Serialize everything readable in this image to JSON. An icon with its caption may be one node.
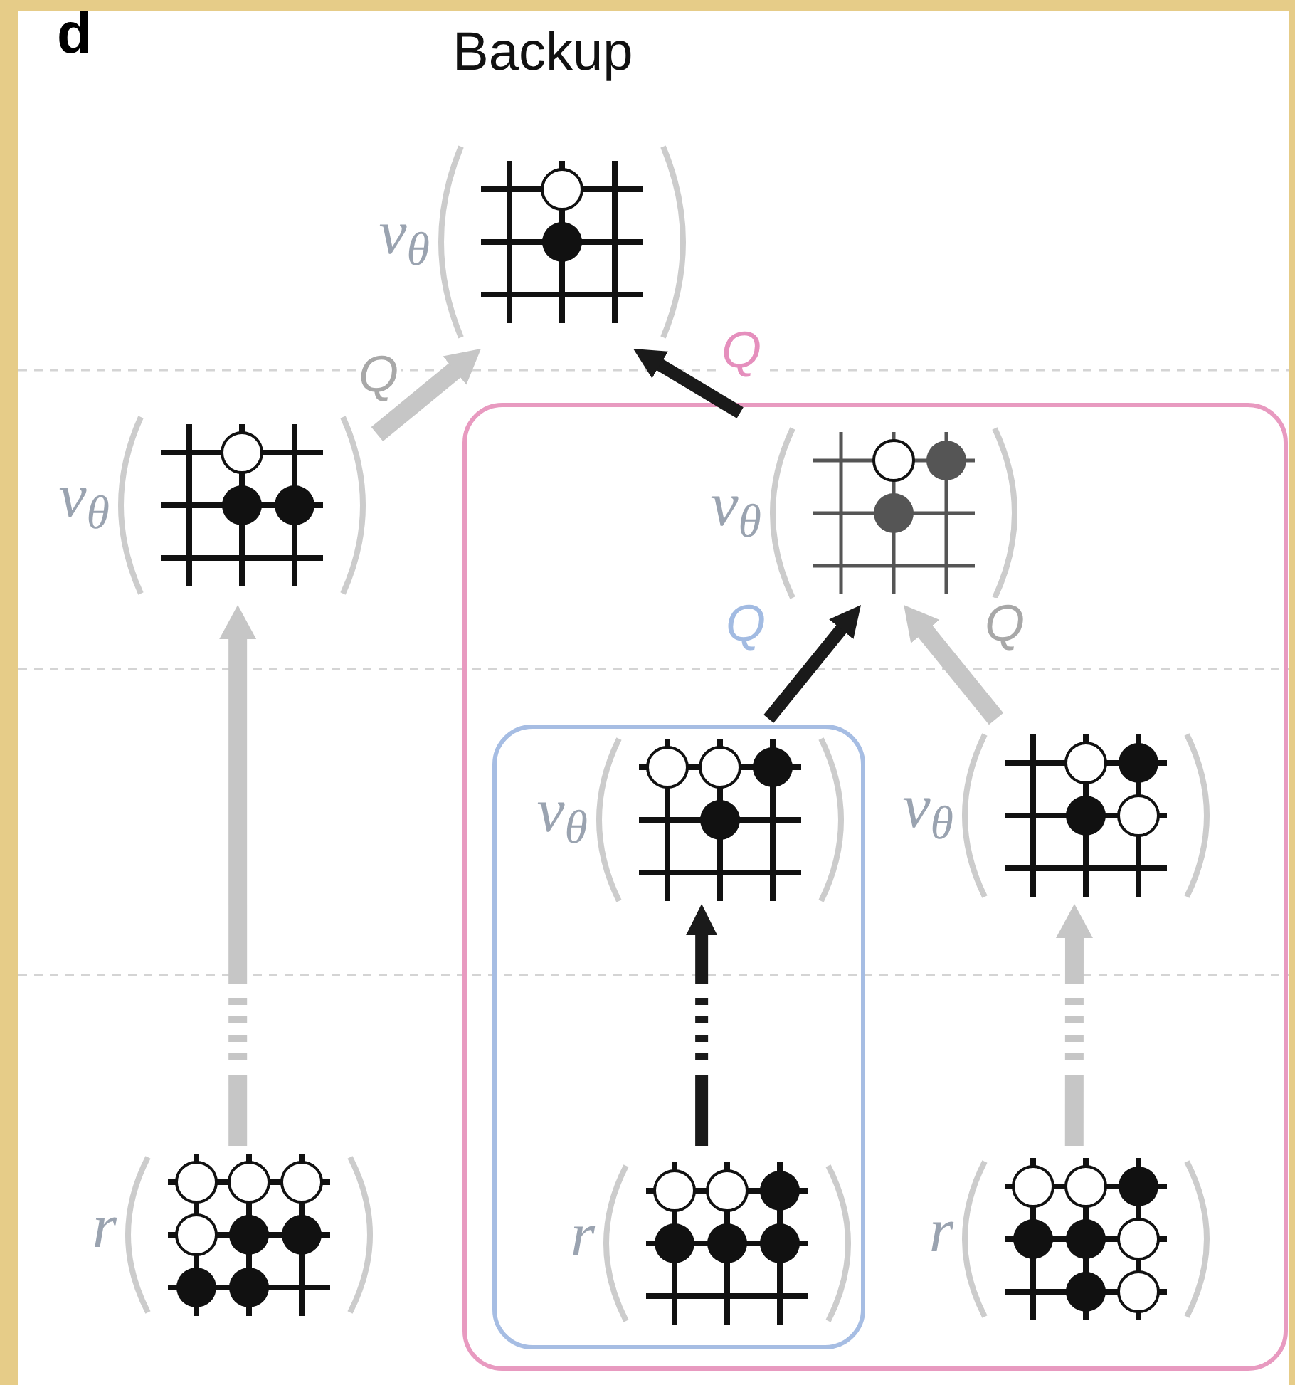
{
  "diagram": {
    "title": "Backup",
    "nodes": [
      {
        "text": [
          "ν$_{θ}$"
        ]
      },
      {
        "text": [
          "ν$_{θ}$"
        ]
      },
      {
        "text": [],
        "shape": "box"
      },
      {
        "text": [
          "ν$_{θ}$"
        ],
        "in": 2
      },
      {
        "text": [],
        "shape": "box",
        "in": 2
      },
      {
        "text": [
          "ν$_{θ}$"
        ],
        "in": 4
      },
      {
        "text": [
          "r"
        ],
        "in": 4
      },
      {
        "text": [
          "ν$_{θ}$"
        ],
        "in": 2
      },
      {
        "text": [
          "r"
        ],
        "in": 2
      },
      {
        "text": [
          "r"
        ]
      }
    ],
    "edges": [
      {
        "from": 1,
        "to": 0,
        "arrow": "to",
        "label": "Q"
      },
      {
        "from": 3,
        "to": 0,
        "arrow": "to",
        "label": "Q",
        "color": "#1a1a1a"
      },
      {
        "from": 5,
        "to": 3,
        "arrow": "to",
        "label": "Q",
        "color": "#1a1a1a"
      },
      {
        "from": 7,
        "to": 3,
        "arrow": "to",
        "label": "Q"
      },
      {
        "from": 9,
        "to": 1,
        "arrow": "to",
        "style": "dashed"
      },
      {
        "from": 6,
        "to": 5,
        "arrow": "to",
        "style": "dashed",
        "color": "#1a1a1a"
      },
      {
        "from": 8,
        "to": 7,
        "arrow": "to",
        "style": "dashed"
      }
    ],
    "labels": [
      "d"
    ]
  }
}
